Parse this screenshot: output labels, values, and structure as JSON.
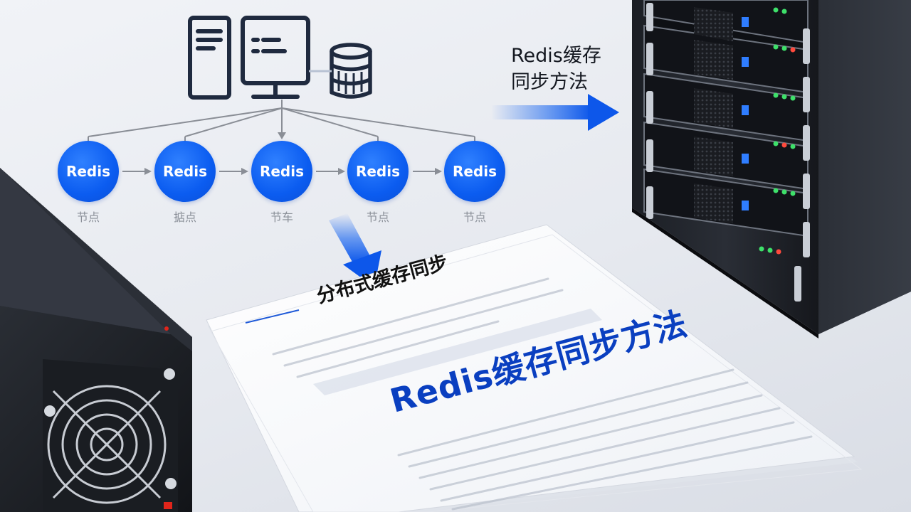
{
  "side_title": {
    "line1": "Redis缓存",
    "line2": "同步方法"
  },
  "nodes": [
    {
      "name": "Redis",
      "label": "节点"
    },
    {
      "name": "Redis",
      "label": "掂点"
    },
    {
      "name": "Redis",
      "label": "节车"
    },
    {
      "name": "Redis",
      "label": "节点"
    },
    {
      "name": "Redis",
      "label": "节点"
    }
  ],
  "document": {
    "heading": "分布式缓存同步",
    "title": "Redis缓存同步方法"
  },
  "colors": {
    "node_blue": "#0b5cf0",
    "title_blue": "#0a3fc0",
    "arrow_blue": "#1060f0",
    "icon_navy": "#1f2a3f"
  },
  "icons": [
    "server-tower-icon",
    "monitor-icon",
    "database-icon"
  ]
}
